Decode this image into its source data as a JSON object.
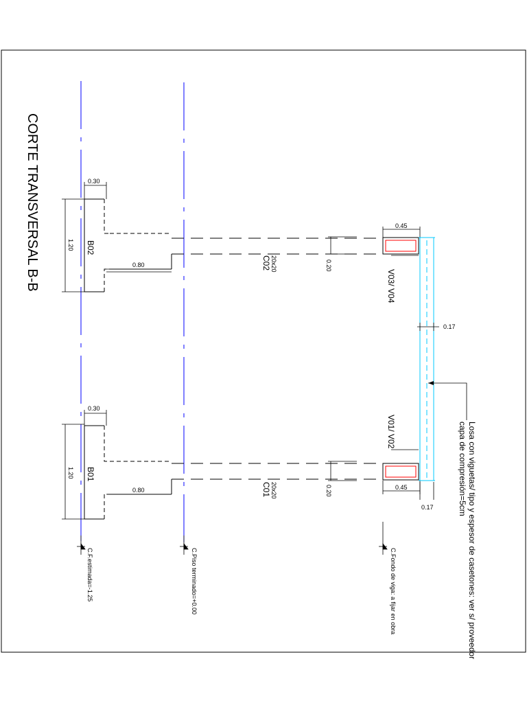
{
  "title": "CORTE TRANSVERSAL B-B",
  "footings": [
    {
      "label": "B02",
      "height": "1.20",
      "stub_width": "0.30",
      "base_width": "0.80"
    },
    {
      "label": "B01",
      "height": "1.20",
      "stub_width": "0.30",
      "base_width": "0.80"
    }
  ],
  "columns": [
    {
      "label": "C02",
      "size": "20x20",
      "dim": "0.20"
    },
    {
      "label": "C01",
      "size": "20x20",
      "dim": "0.20"
    }
  ],
  "beams": [
    {
      "label": "V03/ V04",
      "width": "0.45"
    },
    {
      "label": "V01/ V02",
      "width": "0.45"
    }
  ],
  "slab": {
    "thickness_top": "0.17",
    "thickness_bottom": "0.17",
    "note_line1": "Losa con viguetas/ tipo y espesor de casetones: ver s/ proveedor",
    "note_line2": "capa de compresión=5cm"
  },
  "levels": {
    "foundation": "C.F.estimada=-1.25",
    "floor": "C.Piso terminado=+0.00",
    "beam_bottom": "C.Fondo de viga: a fijar en obra"
  },
  "colors": {
    "axis": "#0000ff",
    "slab": "#00c8ff",
    "rebar": "#ff0000",
    "line": "#000000"
  }
}
